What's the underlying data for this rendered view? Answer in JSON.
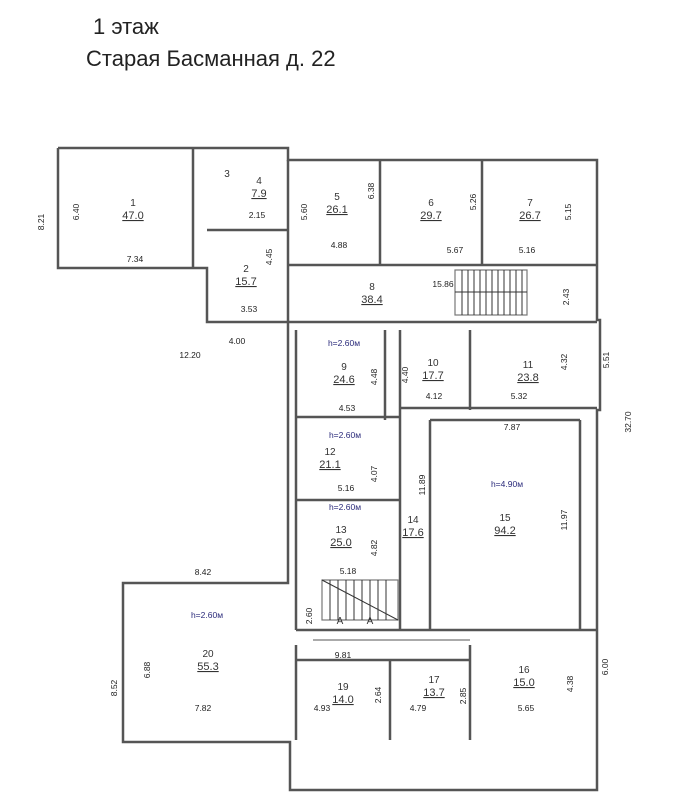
{
  "header": {
    "floor": "1 этаж",
    "address": "Старая Басманная д. 22"
  },
  "rooms": [
    {
      "num": "1",
      "area": "47.0"
    },
    {
      "num": "2",
      "area": "15.7"
    },
    {
      "num": "3",
      "area": ""
    },
    {
      "num": "4",
      "area": "7.9"
    },
    {
      "num": "5",
      "area": "26.1"
    },
    {
      "num": "6",
      "area": "29.7"
    },
    {
      "num": "7",
      "area": "26.7"
    },
    {
      "num": "8",
      "area": "38.4"
    },
    {
      "num": "9",
      "area": "24.6"
    },
    {
      "num": "10",
      "area": "17.7"
    },
    {
      "num": "11",
      "area": "23.8"
    },
    {
      "num": "12",
      "area": "21.1"
    },
    {
      "num": "13",
      "area": "25.0"
    },
    {
      "num": "14",
      "area": "17.6"
    },
    {
      "num": "15",
      "area": "94.2"
    },
    {
      "num": "16",
      "area": "15.0"
    },
    {
      "num": "17",
      "area": "13.7"
    },
    {
      "num": "19",
      "area": "14.0"
    },
    {
      "num": "20",
      "area": "55.3"
    }
  ],
  "heights": [
    "h=2.60м",
    "h=2.60м",
    "h=2.60м",
    "h=4.90м",
    "h=2.60м"
  ],
  "dimensions": [
    "8.21",
    "6.40",
    "7.34",
    "2.15",
    "4.45",
    "3.53",
    "5.60",
    "6.38",
    "4.88",
    "5.26",
    "5.67",
    "5.15",
    "5.16",
    "15.86",
    "2.43",
    "4.00",
    "12.20",
    "4.48",
    "4.53",
    "4.40",
    "4.12",
    "4.32",
    "5.51",
    "5.32",
    "7.87",
    "32.70",
    "4.07",
    "5.16",
    "11.89",
    "11.97",
    "4.82",
    "5.18",
    "8.42",
    "2.60",
    "9.81",
    "6.88",
    "8.52",
    "7.82",
    "2.64",
    "4.93",
    "2.85",
    "4.79",
    "4.38",
    "6.00",
    "5.65"
  ],
  "letters": [
    "A",
    "A"
  ]
}
